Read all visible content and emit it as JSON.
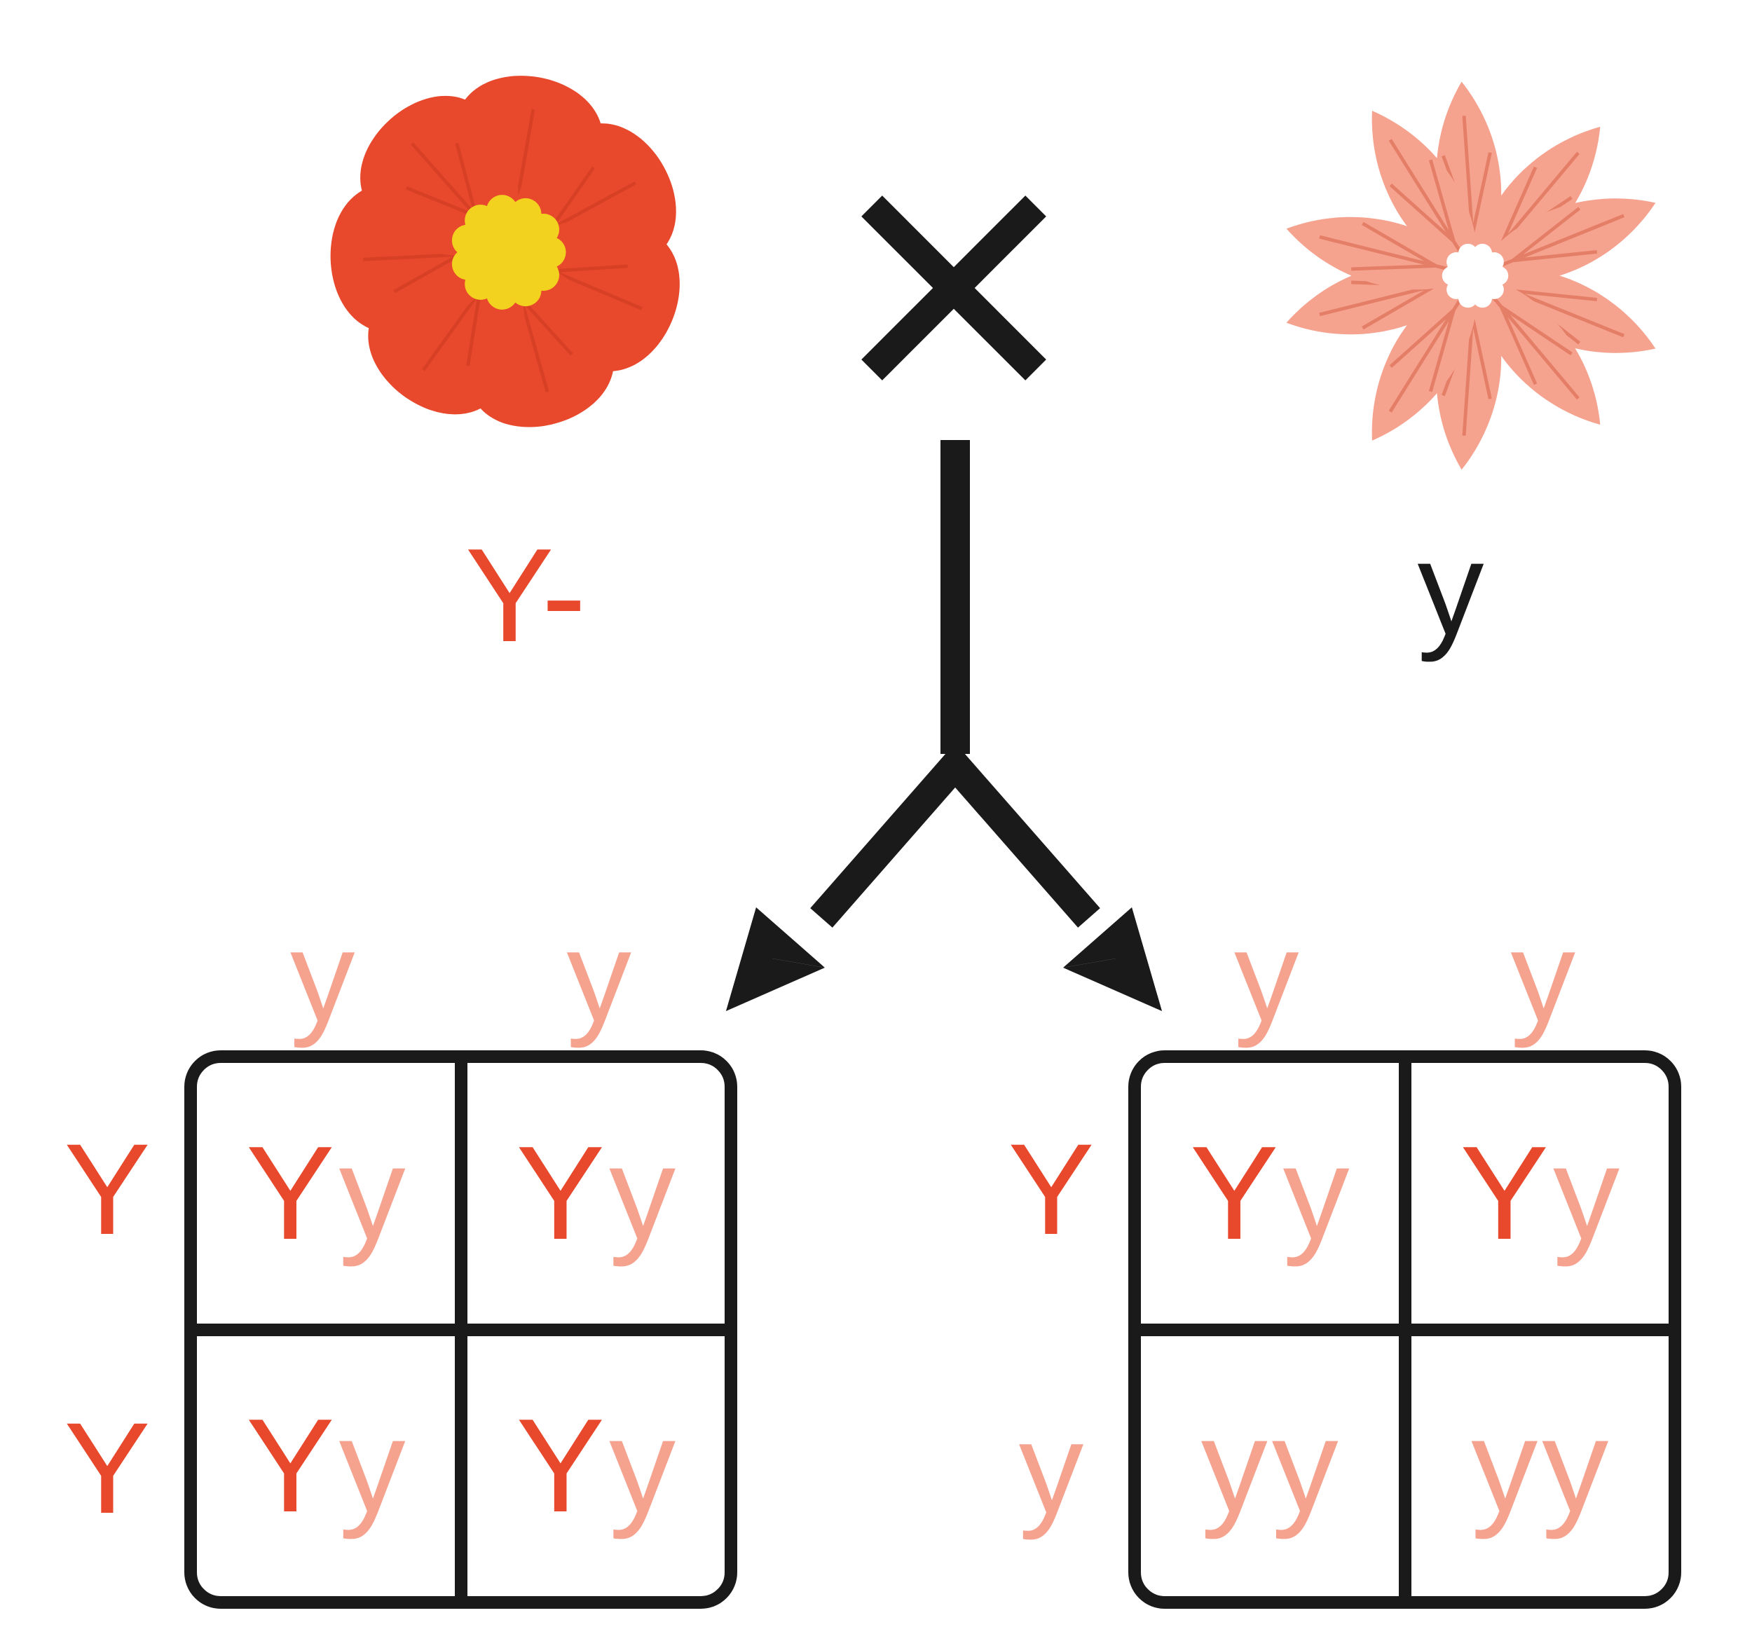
{
  "colors": {
    "red": "#E8482C",
    "red_dark": "#C83A20",
    "pink": "#F5A28F",
    "pink_dark": "#E0755B",
    "yellow": "#F2D21F",
    "black": "#1A1A1A",
    "white": "#FFFFFF"
  },
  "parents": {
    "cross_symbol": "×",
    "left": {
      "genotype_label": "Y-",
      "flower": "red-flower"
    },
    "right": {
      "genotype_label": "y",
      "flower": "pink-flower"
    }
  },
  "punnett_left": {
    "col_headers": [
      "y",
      "y"
    ],
    "row_headers": [
      "Y",
      "Y"
    ],
    "cells": [
      [
        "Yy",
        "Yy"
      ],
      [
        "Yy",
        "Yy"
      ]
    ]
  },
  "punnett_right": {
    "col_headers": [
      "y",
      "y"
    ],
    "row_headers": [
      "Y",
      "y"
    ],
    "cells": [
      [
        "Yy",
        "Yy"
      ],
      [
        "yy",
        "yy"
      ]
    ]
  }
}
